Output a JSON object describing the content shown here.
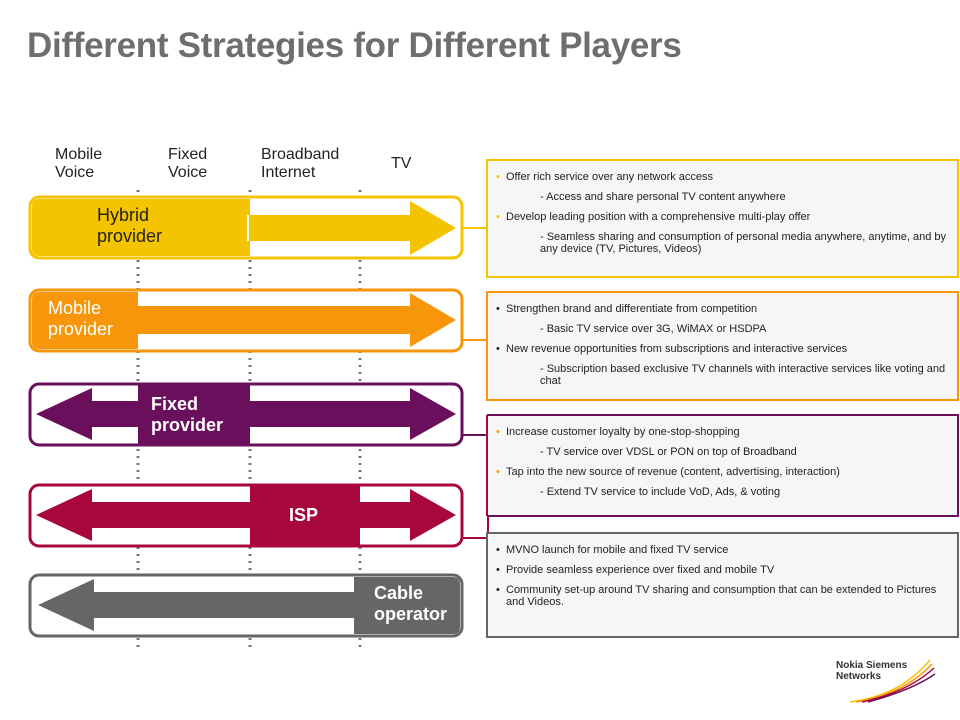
{
  "title": "Different Strategies for Different Players",
  "columns": [
    {
      "line1": "Mobile",
      "line2": "Voice"
    },
    {
      "line1": "Fixed",
      "line2": "Voice"
    },
    {
      "line1": "Broadband",
      "line2": "Internet"
    },
    {
      "line1": "TV",
      "line2": ""
    }
  ],
  "players": [
    {
      "line1": "Hybrid",
      "line2": "provider",
      "color": "#f5c400",
      "bullets": [
        {
          "text": "Offer rich service over any network access",
          "sub": "- Access and share personal TV content anywhere"
        },
        {
          "text": "Develop leading position with a comprehensive multi-play offer",
          "sub": "- Seamless sharing and consumption of personal media anywhere, anytime, and by any device (TV, Pictures, Videos)"
        }
      ]
    },
    {
      "line1": "Mobile",
      "line2": "provider",
      "color": "#f7960a",
      "bullets": [
        {
          "text": "Strengthen brand and differentiate from competition",
          "sub": "- Basic TV service over 3G, WiMAX or HSDPA"
        },
        {
          "text": "New revenue opportunities from subscriptions and interactive services",
          "sub": "- Subscription based exclusive TV channels with interactive services like voting and chat"
        }
      ]
    },
    {
      "line1": "Fixed",
      "line2": "provider",
      "color": "#6a0f5c",
      "bullets": [
        {
          "text": "Increase customer loyalty by one-stop-shopping",
          "sub": "- TV service over VDSL or PON on top of Broadband"
        },
        {
          "text": "Tap into the new source of revenue (content, advertising, interaction)",
          "sub": "- Extend TV service to include VoD, Ads, & voting"
        }
      ]
    },
    {
      "line1": "ISP",
      "line2": "",
      "color": "#a8073e",
      "bullets": []
    },
    {
      "line1": "Cable",
      "line2": "operator",
      "color": "#666666",
      "bullets": [
        {
          "text": "MVNO launch for mobile and fixed TV service",
          "sub": ""
        },
        {
          "text": "Provide seamless experience over fixed and mobile TV",
          "sub": ""
        },
        {
          "text": "Community set-up around TV sharing and consumption that can be extended to Pictures and Videos.",
          "sub": ""
        }
      ]
    }
  ],
  "bullet_char": "•",
  "logo": {
    "line1": "Nokia Siemens",
    "line2": "Networks",
    "icon": "nsn-swoosh-logo"
  }
}
